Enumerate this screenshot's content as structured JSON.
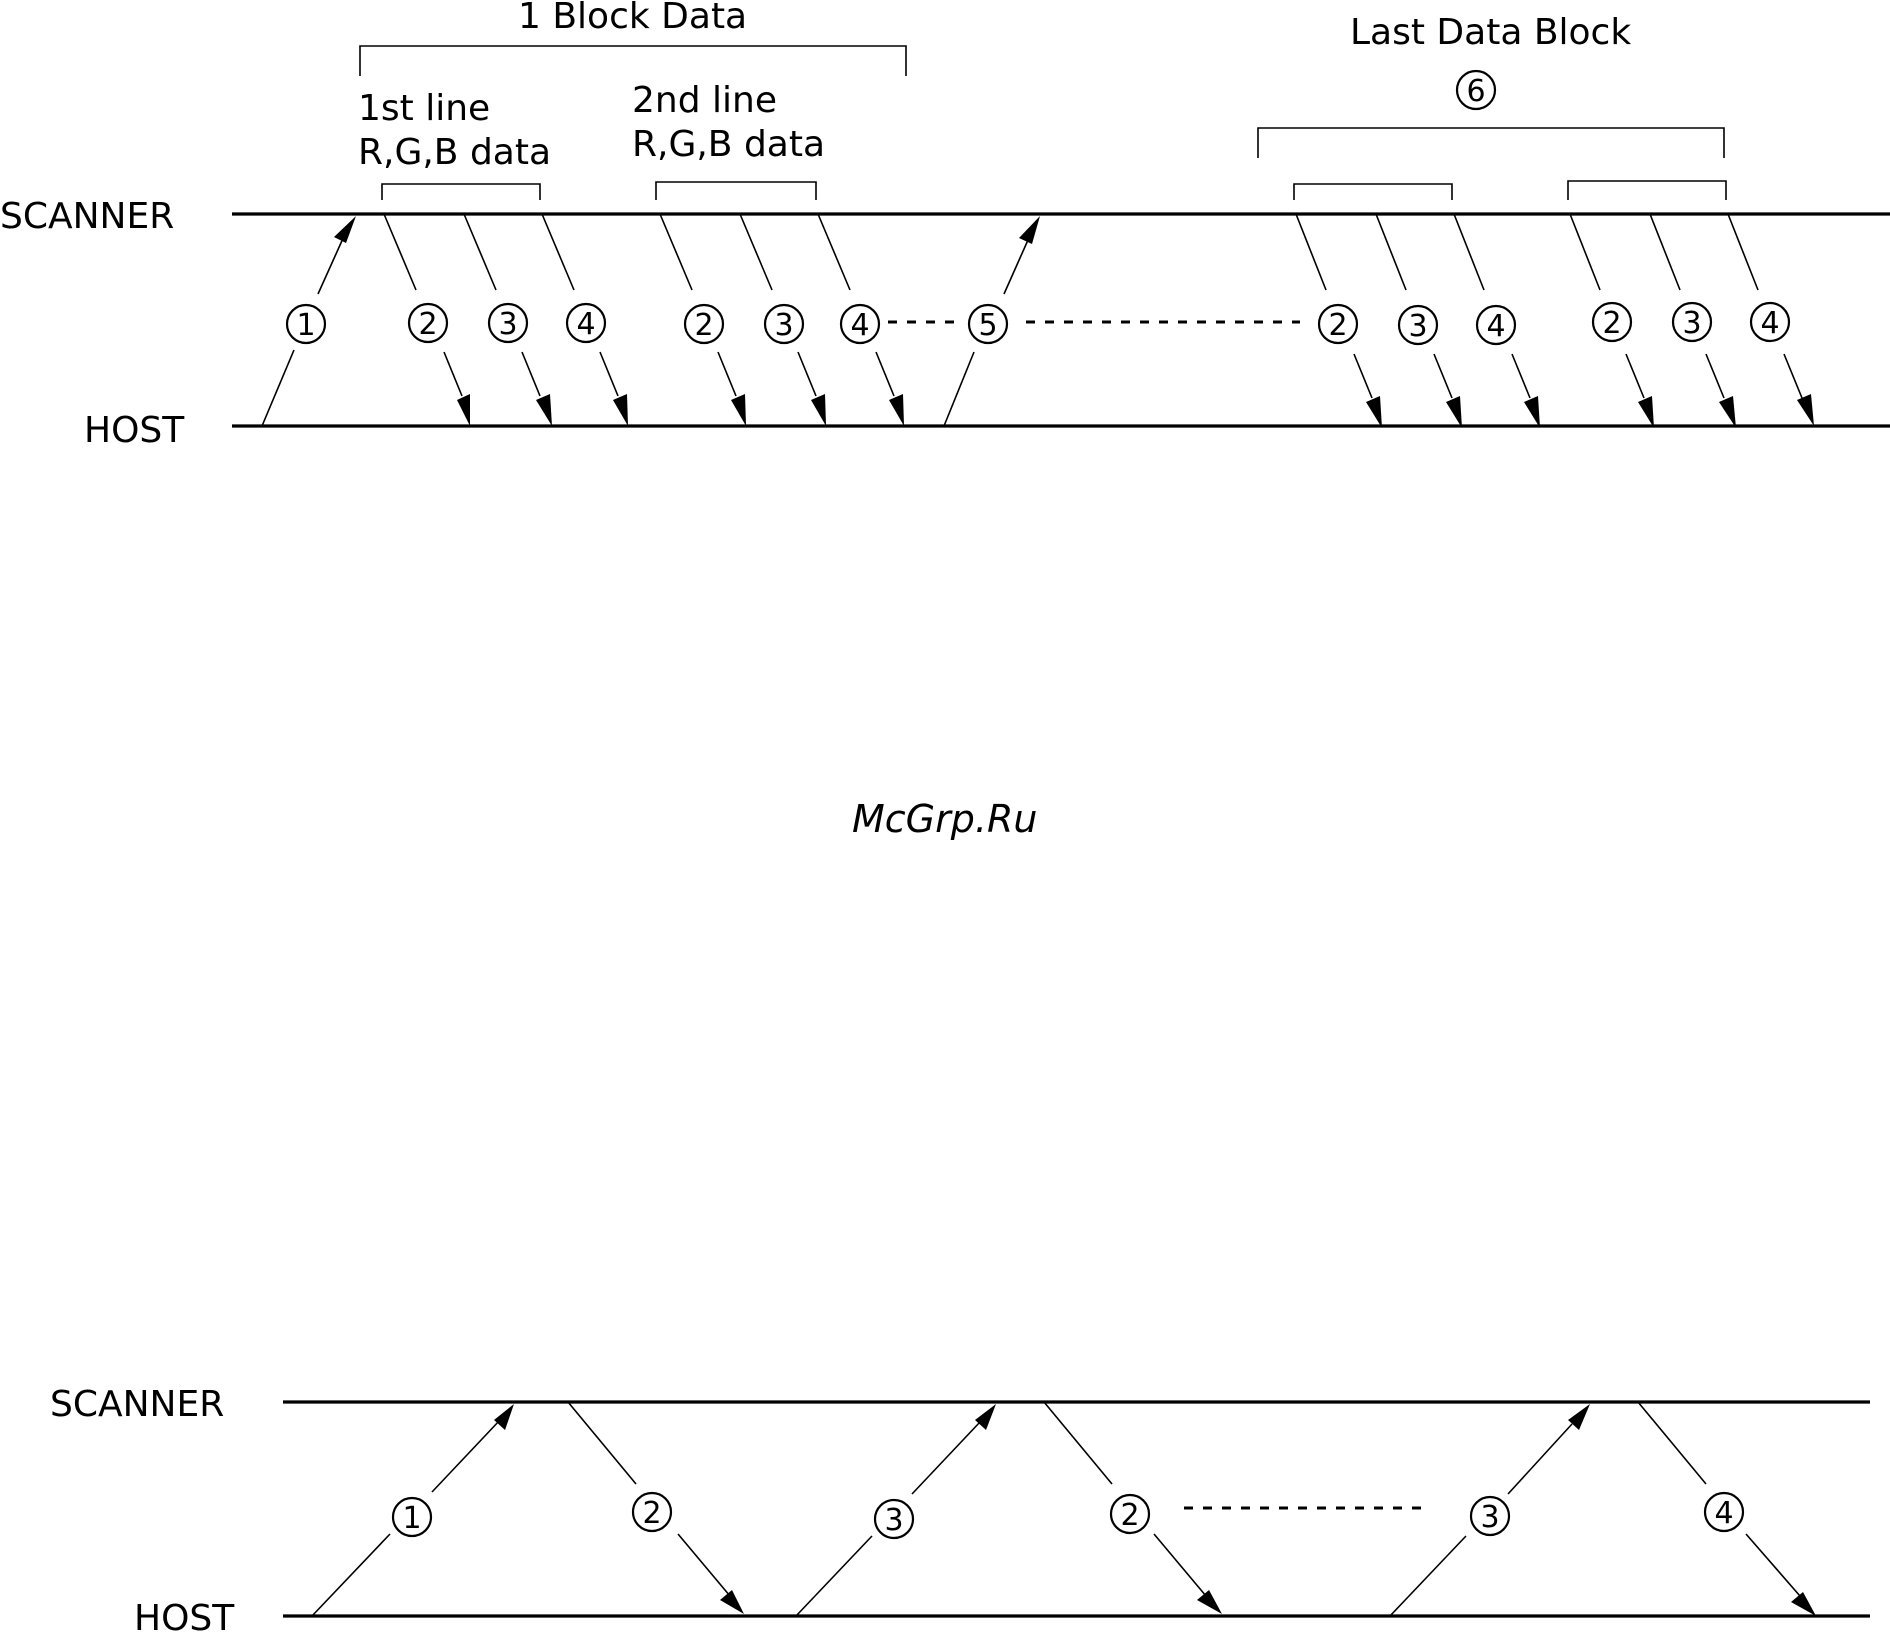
{
  "watermark": "McGrp.Ru",
  "colors": {
    "watermark": "#cc2233",
    "ink": "#000000"
  },
  "diagram1": {
    "scanner_label": "SCANNER",
    "host_label": "HOST",
    "block_label": "1 Block Data",
    "line1_label_a": "1st line",
    "line1_label_b": "R,G,B data",
    "line2_label_a": "2nd line",
    "line2_label_b": "R,G,B data",
    "last_block_label": "Last Data Block",
    "last_block_num": "6",
    "steps": [
      "1",
      "2",
      "3",
      "4",
      "2",
      "3",
      "4",
      "5",
      "2",
      "3",
      "4",
      "2",
      "3",
      "4"
    ]
  },
  "diagram2": {
    "scanner_label": "SCANNER",
    "host_label": "HOST",
    "steps": [
      "1",
      "2",
      "3",
      "2",
      "3",
      "4"
    ]
  }
}
